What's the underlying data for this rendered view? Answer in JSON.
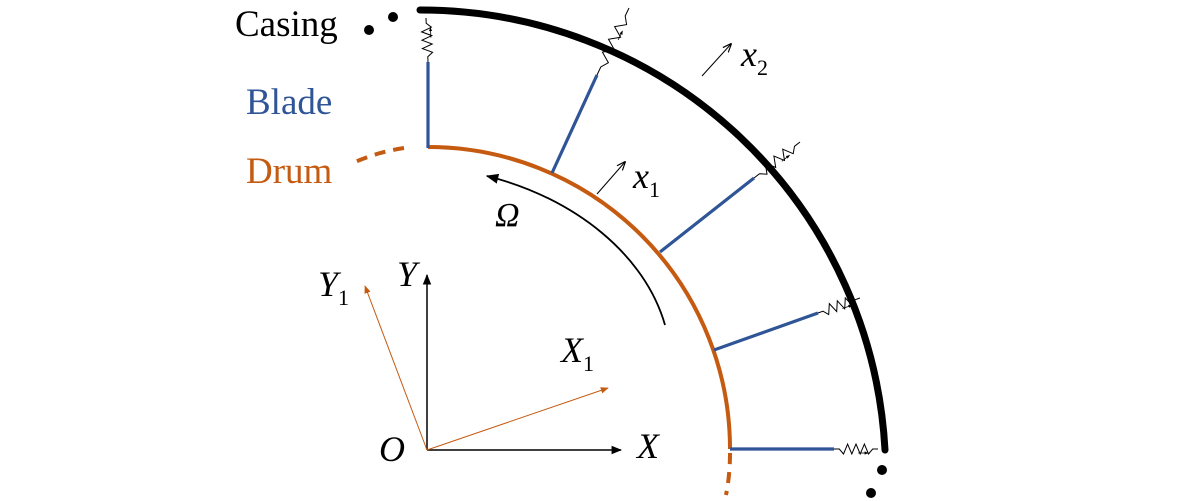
{
  "labels": {
    "casing": "Casing",
    "blade": "Blade",
    "drum": "Drum",
    "omega": "Ω",
    "x1": {
      "base": "x",
      "sub": "1"
    },
    "x2": {
      "base": "x",
      "sub": "2"
    },
    "X": "X",
    "Y": "Y",
    "X1": {
      "base": "X",
      "sub": "1"
    },
    "Y1": {
      "base": "Y",
      "sub": "1"
    },
    "O": "O"
  },
  "colors": {
    "drum": "#C55A11",
    "blade": "#2F5597",
    "casing": "#000000",
    "rotated_axes": "#C55A11",
    "axes": "#000000"
  },
  "blade_count": 5,
  "icons": [
    "spring-icon",
    "arrow-icon",
    "dot-icon"
  ]
}
